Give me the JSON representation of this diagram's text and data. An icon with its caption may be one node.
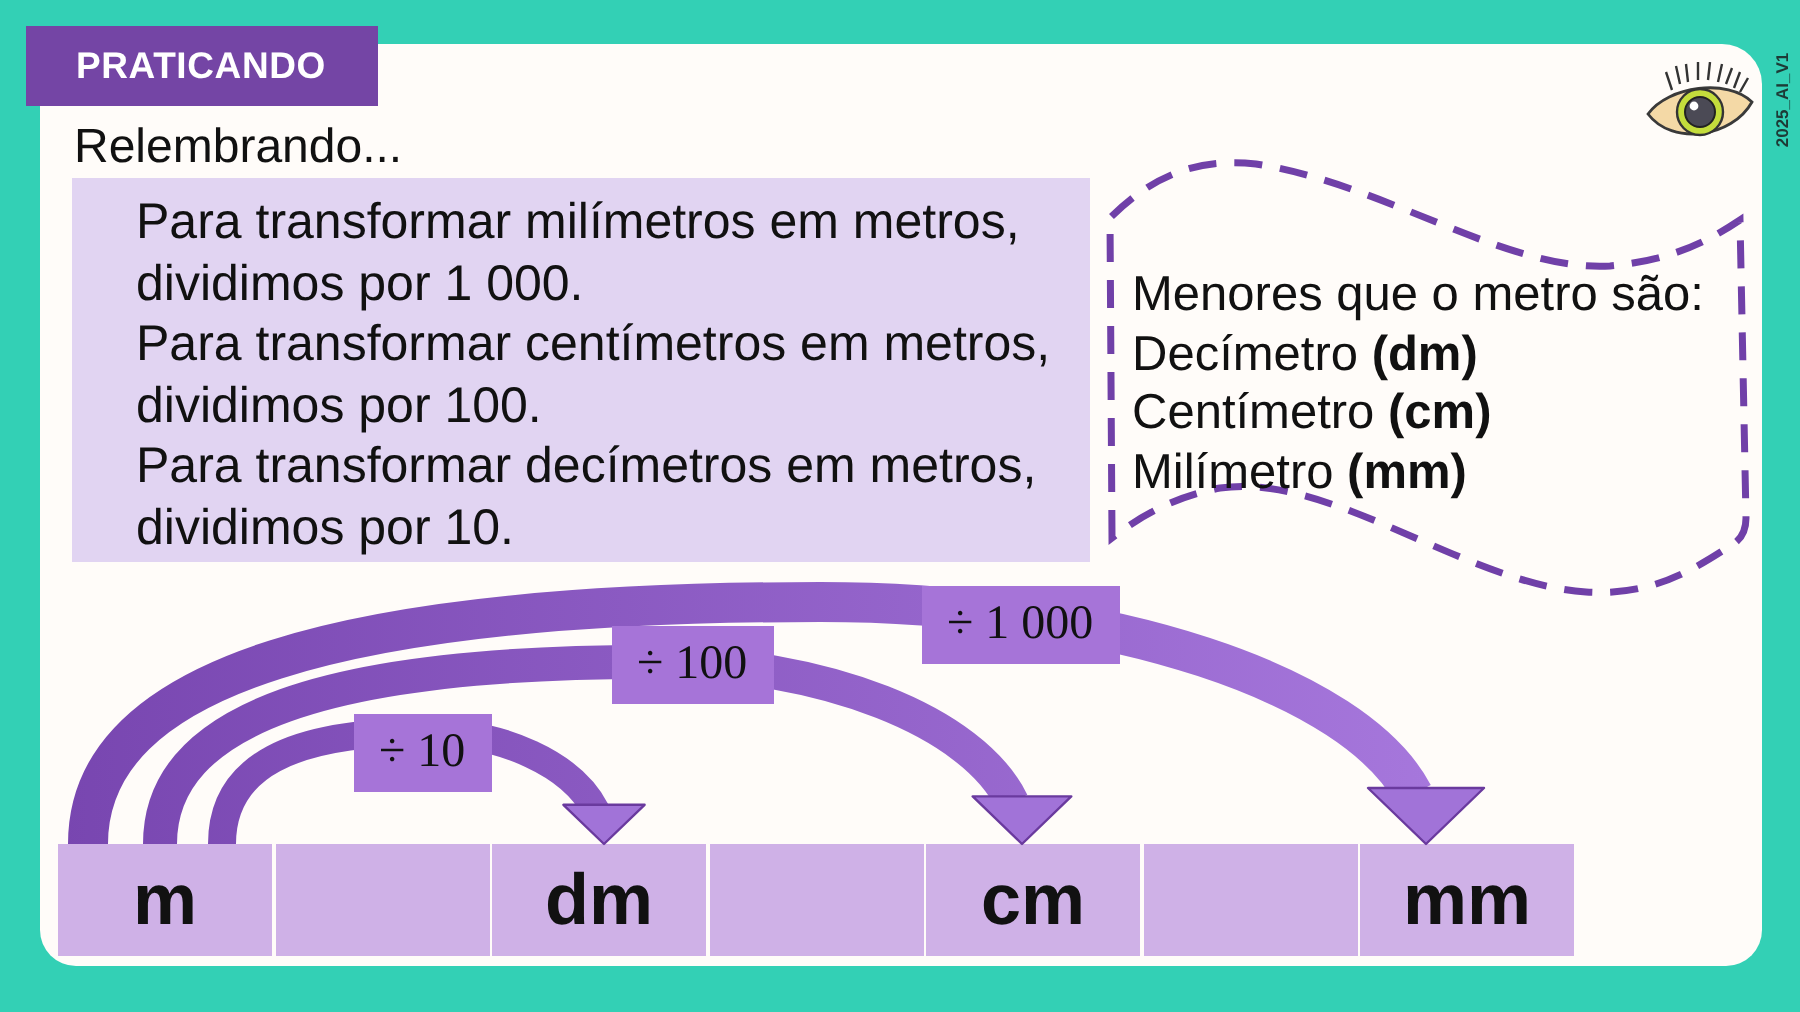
{
  "diagram": {
    "title": "PRATICANDO",
    "nodes": [
      {
        "text": [
          "Relembrando...",
          "Para transformar milímetros em metros, dividimos por 1 000.",
          "Para transformar centímetros em metros, dividimos por 100.",
          "Para transformar decímetros em metros, dividimos por 10."
        ]
      },
      {
        "text": [
          "Menores que o metro são:",
          "Decímetro **(dm)**",
          "Centímetro **(cm)**",
          "Milímetro **(mm)**"
        ]
      },
      {
        "text": [
          "m"
        ]
      },
      {
        "text": [],
        "shape": "box"
      },
      {
        "text": [
          "dm"
        ]
      },
      {
        "text": [],
        "shape": "box"
      },
      {
        "text": [
          "cm"
        ]
      },
      {
        "text": [],
        "shape": "box"
      },
      {
        "text": [
          "mm"
        ]
      }
    ],
    "edges": [
      {
        "from": 2,
        "to": 4,
        "arrow": "to",
        "label": "÷ 10"
      },
      {
        "from": 2,
        "to": 6,
        "arrow": "to",
        "label": "÷ 100"
      },
      {
        "from": 2,
        "to": 8,
        "arrow": "to",
        "label": "÷ 1 000"
      }
    ],
    "labels": [
      "2025_AI_V1"
    ]
  }
}
